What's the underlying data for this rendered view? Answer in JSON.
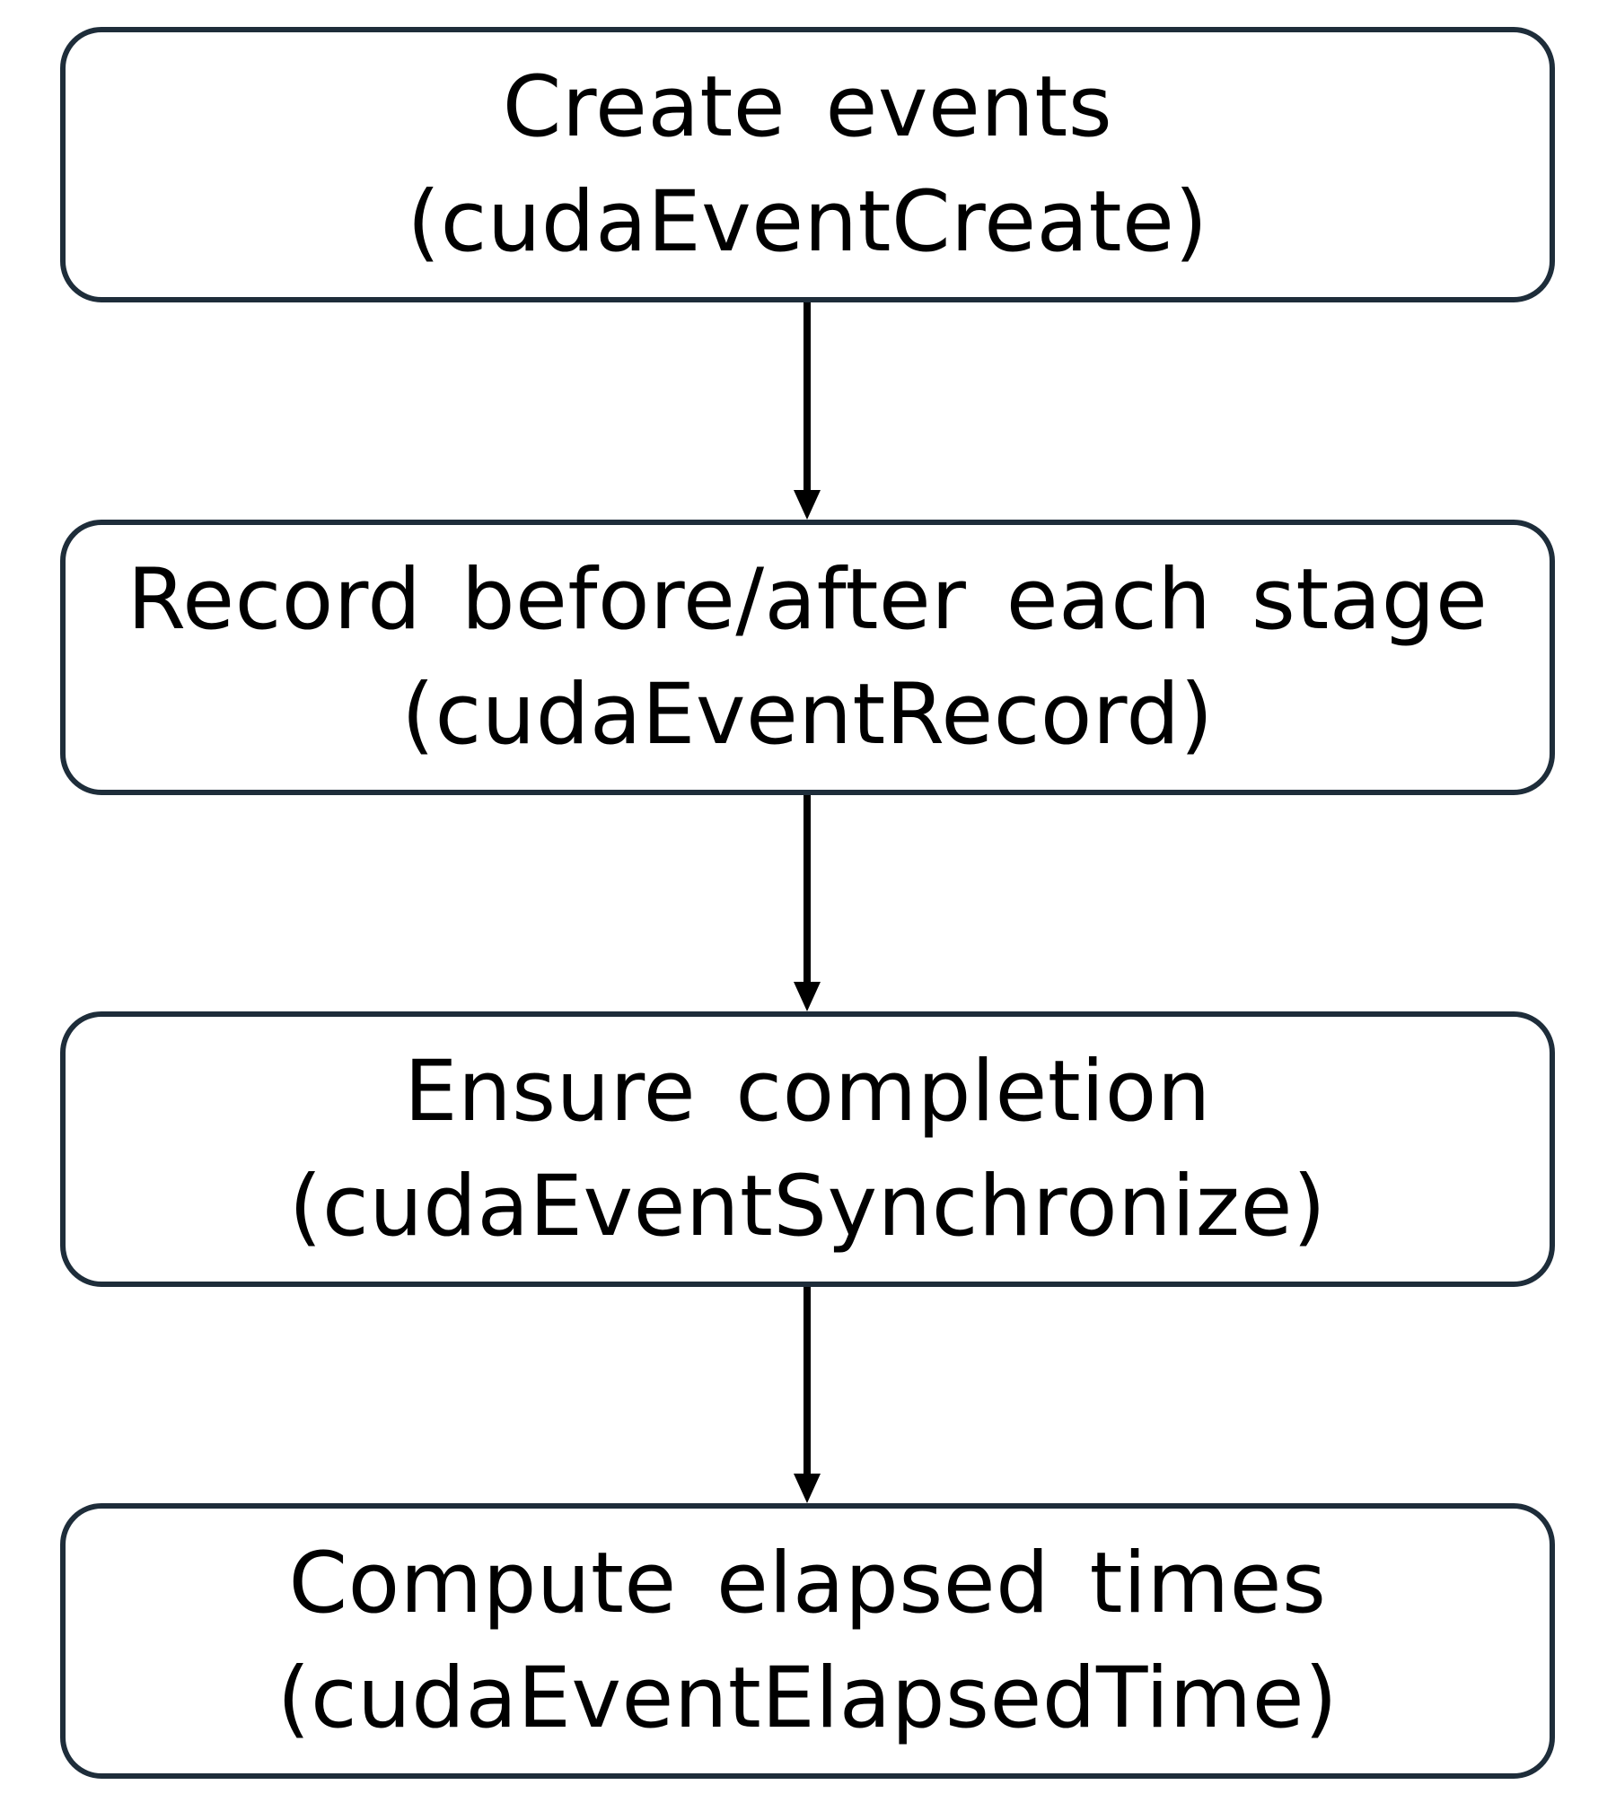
{
  "colors": {
    "box_border": "#1e2d3a",
    "arrow": "#000000",
    "text": "#000000",
    "background": "#ffffff"
  },
  "steps": [
    {
      "title": "Create events",
      "api": "(cudaEventCreate)"
    },
    {
      "title": "Record before/after each stage",
      "api": "(cudaEventRecord)"
    },
    {
      "title": "Ensure completion",
      "api": "(cudaEventSynchronize)"
    },
    {
      "title": "Compute elapsed times",
      "api": "(cudaEventElapsedTime)"
    }
  ],
  "connectors": [
    {
      "from": 0,
      "to": 1,
      "icon": "arrow-down-icon"
    },
    {
      "from": 1,
      "to": 2,
      "icon": "arrow-down-icon"
    },
    {
      "from": 2,
      "to": 3,
      "icon": "arrow-down-icon"
    }
  ]
}
